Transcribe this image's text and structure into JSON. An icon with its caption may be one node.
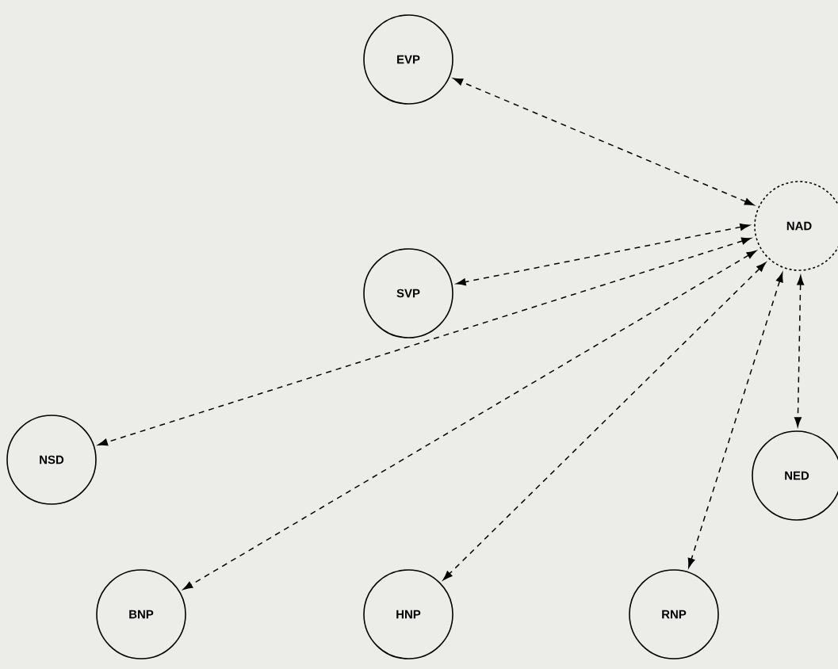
{
  "diagram": {
    "nodes": [
      {
        "text": [
          "EVP"
        ]
      },
      {
        "text": [
          "NAD"
        ]
      },
      {
        "text": [
          "SVP"
        ]
      },
      {
        "text": [
          "NSD"
        ]
      },
      {
        "text": [
          "NED"
        ]
      },
      {
        "text": [
          "BNP"
        ]
      },
      {
        "text": [
          "HNP"
        ]
      },
      {
        "text": [
          "RNP"
        ]
      }
    ],
    "edges": [
      {
        "from": 1,
        "to": 0,
        "arrow": "both",
        "style": "dashed"
      },
      {
        "from": 1,
        "to": 2,
        "arrow": "both",
        "style": "dashed"
      },
      {
        "from": 1,
        "to": 3,
        "arrow": "both",
        "style": "dashed"
      },
      {
        "from": 1,
        "to": 5,
        "arrow": "both",
        "style": "dashed"
      },
      {
        "from": 1,
        "to": 6,
        "arrow": "both",
        "style": "dashed"
      },
      {
        "from": 1,
        "to": 7,
        "arrow": "both",
        "style": "dashed"
      },
      {
        "from": 1,
        "to": 4,
        "arrow": "both",
        "style": "dashed"
      }
    ]
  }
}
